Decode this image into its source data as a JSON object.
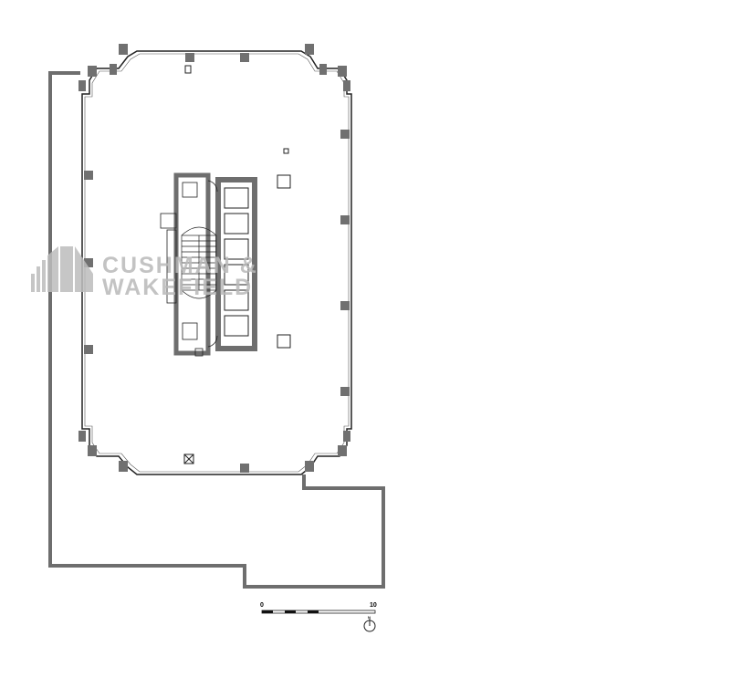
{
  "watermark": {
    "line1": "CUSHMAN &",
    "line2": "WAKEFIELD"
  },
  "scale_bar": {
    "start_label": "0",
    "end_label": "10"
  },
  "north_arrow": {
    "label": "N"
  },
  "colors": {
    "wall": "#6e6e6e",
    "column": "#707070",
    "line": "#222222"
  }
}
